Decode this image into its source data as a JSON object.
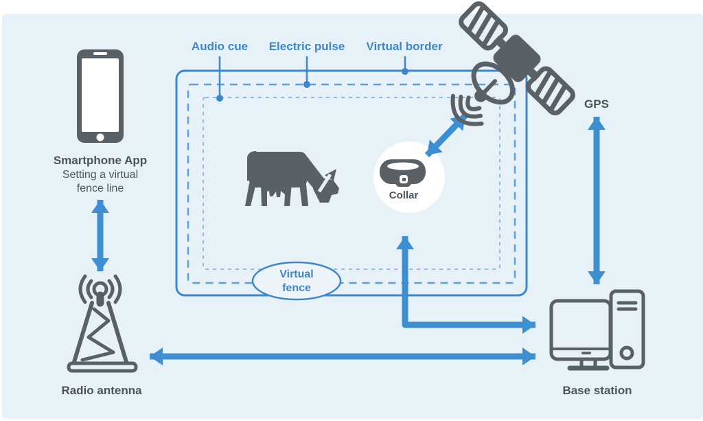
{
  "fence": {
    "callouts": [
      {
        "label": "Audio cue",
        "target": "inner dashed border"
      },
      {
        "label": "Electric pulse",
        "target": "middle dashed border"
      },
      {
        "label": "Virtual border",
        "target": "outer solid border"
      }
    ],
    "badge": {
      "line1": "Virtual",
      "line2": "fence"
    }
  },
  "nodes": {
    "smartphone": {
      "icon": "smartphone-icon",
      "title": "Smartphone App",
      "subtitle_line1": "Setting a virtual",
      "subtitle_line2": "fence line"
    },
    "radio_antenna": {
      "icon": "radio-antenna-icon",
      "label": "Radio antenna"
    },
    "satellite": {
      "icon": "satellite-icon",
      "label": "GPS"
    },
    "collar": {
      "icon": "collar-icon",
      "label": "Collar"
    },
    "cow": {
      "icon": "cow-icon"
    },
    "base_station": {
      "icon": "base-station-icon",
      "label": "Base station"
    }
  },
  "connections": [
    {
      "from": "smartphone",
      "to": "radio_antenna",
      "style": "double-headed-arrow"
    },
    {
      "from": "radio_antenna",
      "to": "base_station",
      "style": "double-headed-arrow"
    },
    {
      "from": "collar",
      "to": "satellite",
      "style": "double-headed-arrow"
    },
    {
      "from": "satellite",
      "to": "base_station",
      "style": "double-headed-arrow"
    },
    {
      "from": "fence_area",
      "to": "base_station",
      "style": "double-headed-arrow"
    }
  ],
  "colors": {
    "page_bg": "#ffffff",
    "panel_bg": "#e7f1f8",
    "accent_blue": "#3e8ed2",
    "fence_outer_line": "#3c86cc",
    "fence_middle_line": "#60a0da",
    "fence_inner_line": "#8cbae6",
    "icon_gray": "#596066",
    "text_dark": "#4b535b"
  }
}
